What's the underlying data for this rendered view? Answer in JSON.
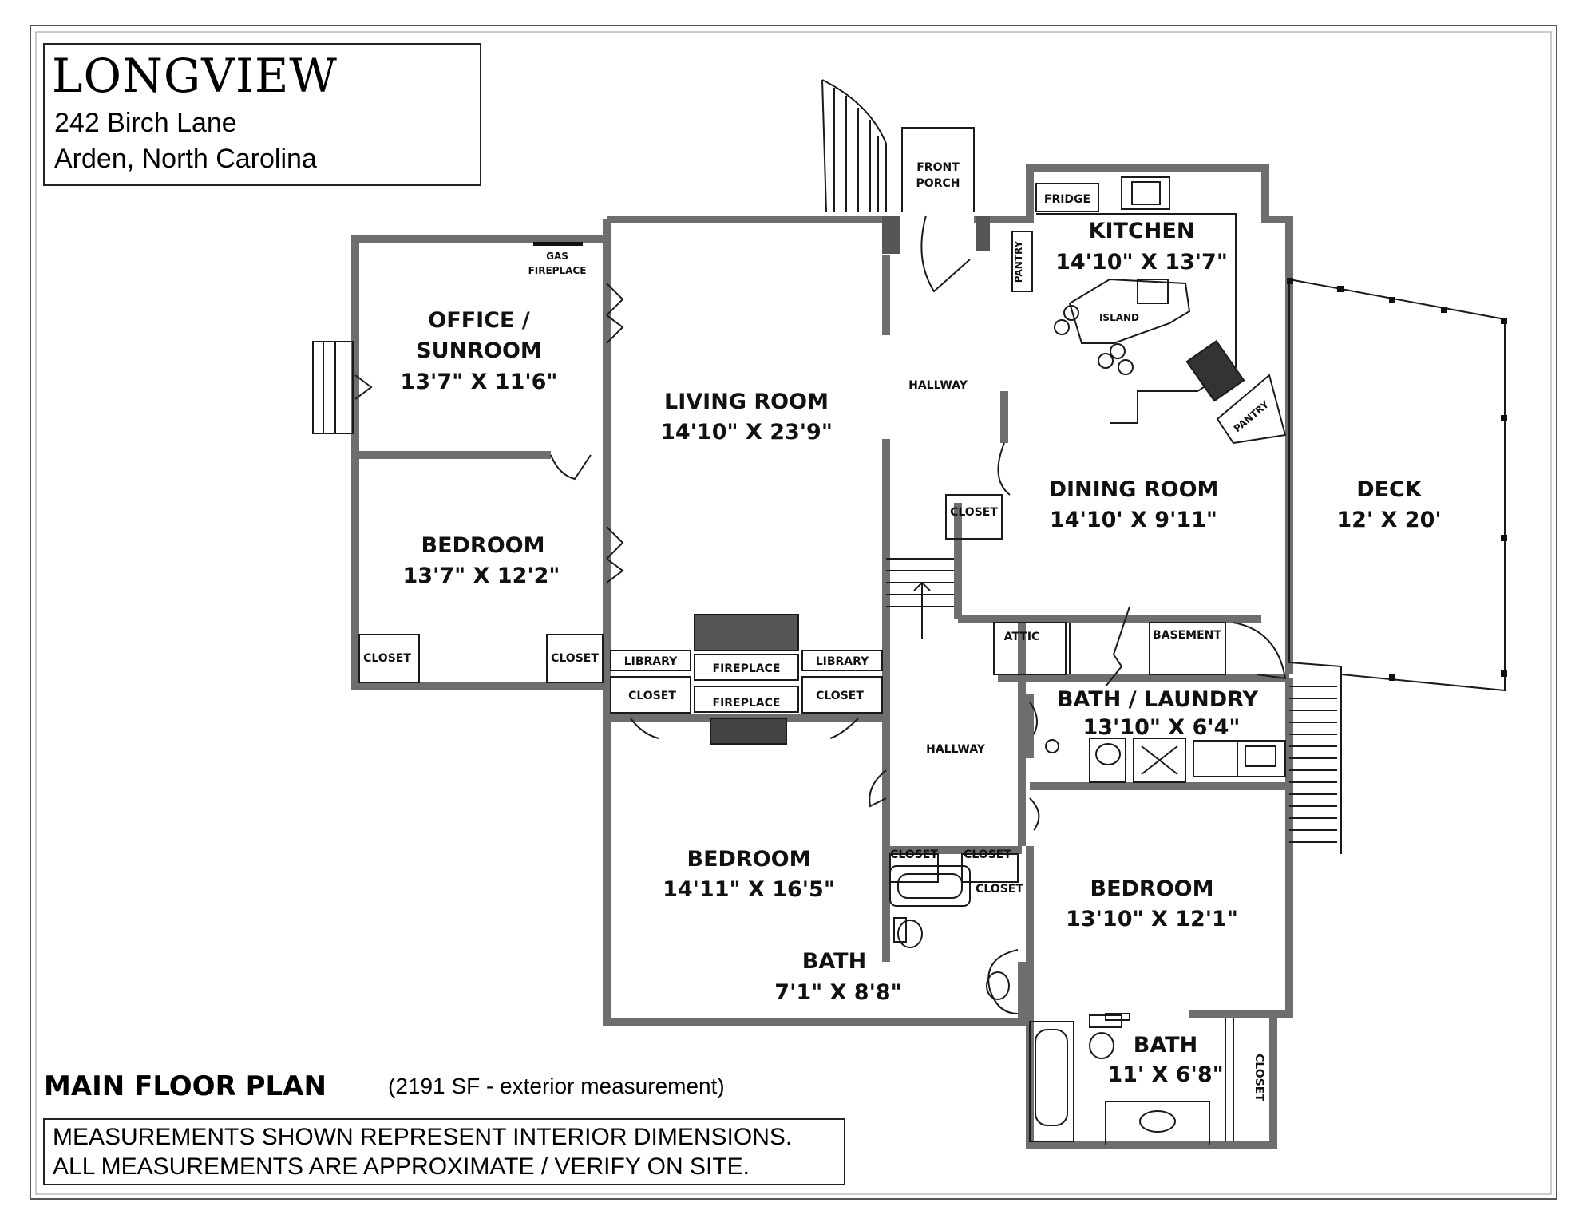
{
  "header": {
    "title": "LONGVIEW",
    "address_line1": "242 Birch Lane",
    "address_line2": "Arden, North Carolina"
  },
  "plan": {
    "title": "MAIN FLOOR PLAN",
    "subtitle": "(2191 SF - exterior measurement)"
  },
  "notes": {
    "line1": "MEASUREMENTS SHOWN REPRESENT INTERIOR DIMENSIONS.",
    "line2": "ALL MEASUREMENTS ARE APPROXIMATE / VERIFY ON SITE."
  },
  "rooms": {
    "office": {
      "name1": "OFFICE /",
      "name2": "SUNROOM",
      "dim": "13'7\" X 11'6\""
    },
    "bedroom_west": {
      "name": "BEDROOM",
      "dim": "13'7\" X 12'2\""
    },
    "living": {
      "name": "LIVING ROOM",
      "dim": "14'10\" X 23'9\""
    },
    "kitchen": {
      "name": "KITCHEN",
      "dim": "14'10\" X 13'7\""
    },
    "dining": {
      "name": "DINING ROOM",
      "dim": "14'10' X 9'11\""
    },
    "deck": {
      "name": "DECK",
      "dim": "12' X 20'"
    },
    "bath_laundry": {
      "name": "BATH / LAUNDRY",
      "dim": "13'10\" X 6'4\""
    },
    "bedroom_south": {
      "name": "BEDROOM",
      "dim": "14'11\" X 16'5\""
    },
    "bath_mid": {
      "name": "BATH",
      "dim": "7'1\" X 8'8\""
    },
    "bedroom_east": {
      "name": "BEDROOM",
      "dim": "13'10\" X 12'1\""
    },
    "bath_east": {
      "name": "BATH",
      "dim": "11' X 6'8\""
    }
  },
  "labels": {
    "front_porch_1": "FRONT",
    "front_porch_2": "PORCH",
    "fridge": "FRIDGE",
    "pantry": "PANTRY",
    "island": "ISLAND",
    "pantry2": "PANTRY",
    "gas_fp_1": "GAS",
    "gas_fp_2": "FIREPLACE",
    "hallway1": "HALLWAY",
    "hallway2": "HALLWAY",
    "closet_hall": "CLOSET",
    "attic": "ATTIC",
    "basement": "BASEMENT",
    "library_left": "LIBRARY",
    "library_right": "LIBRARY",
    "fireplace_top": "FIREPLACE",
    "fireplace_bottom": "FIREPLACE",
    "closet_bl_left": "CLOSET",
    "closet_bl_right": "CLOSET",
    "closet_fp_left": "CLOSET",
    "closet_fp_right": "CLOSET",
    "closet_hall2_left": "CLOSET",
    "closet_hall2_right": "CLOSET",
    "closet_bath": "CLOSET",
    "closet_east_bath": "CLOSET"
  },
  "colors": {
    "wall": "#6e6e6e",
    "line": "#1a1a1a"
  }
}
